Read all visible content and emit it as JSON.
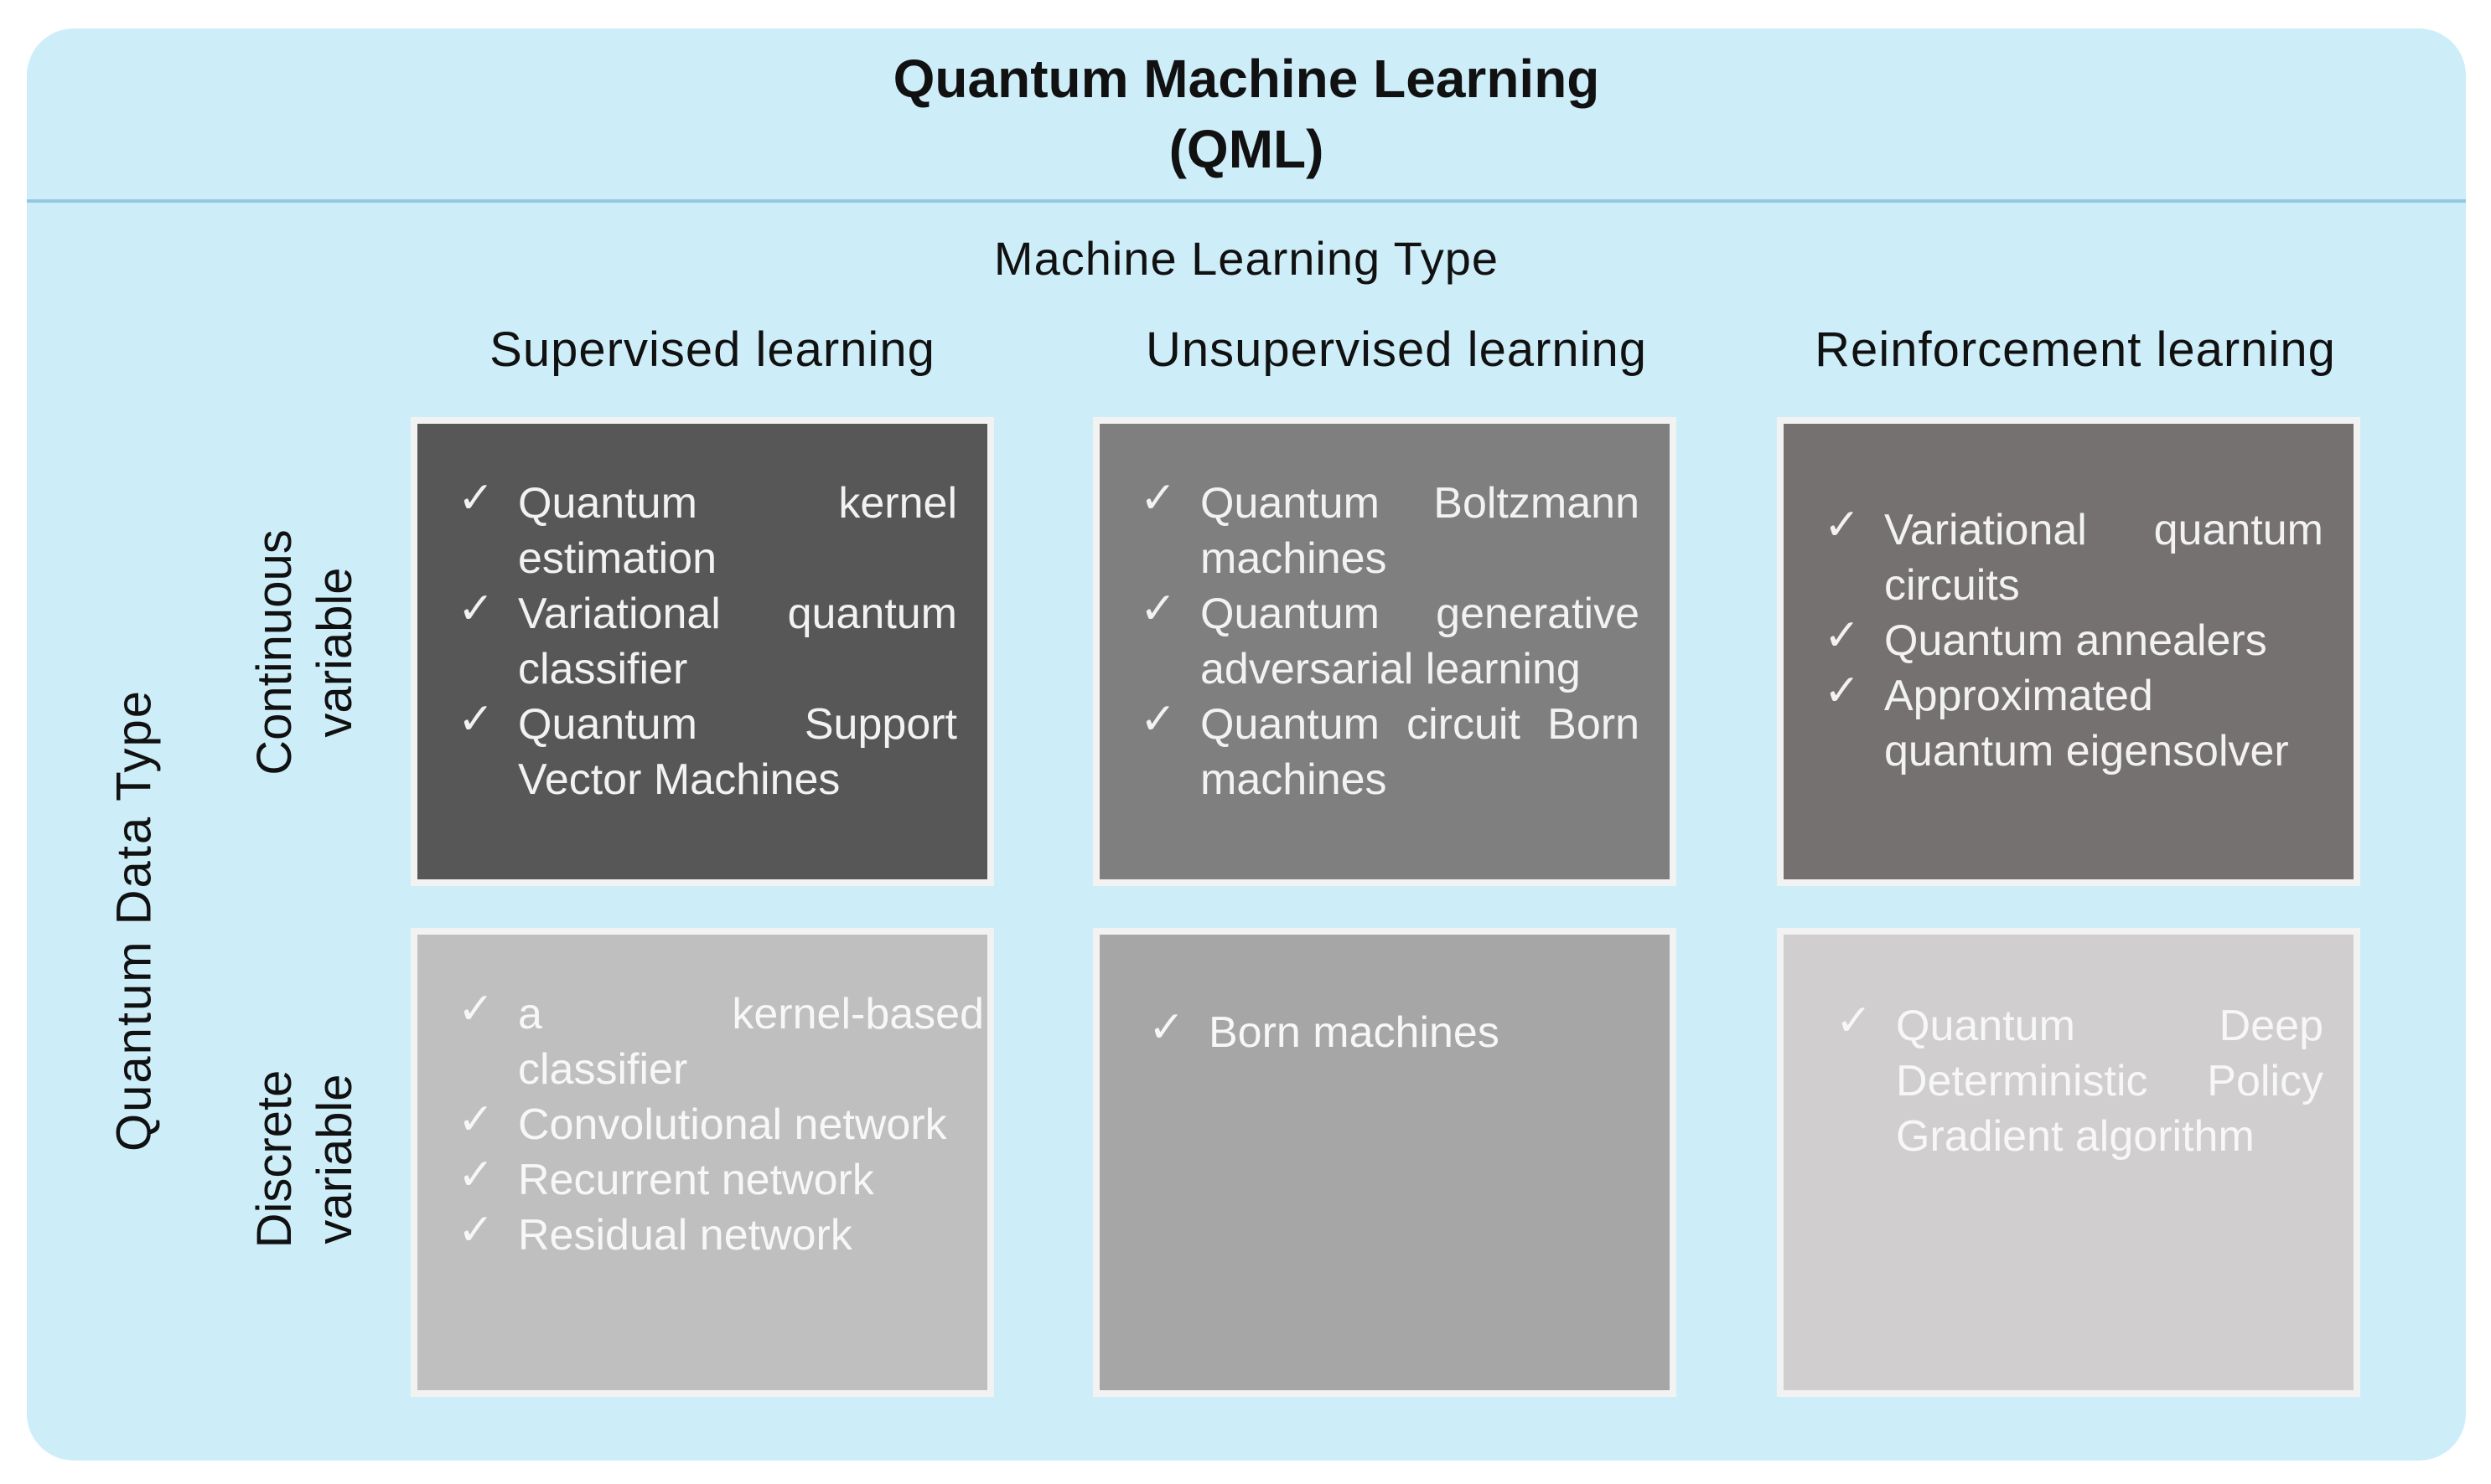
{
  "title": {
    "line1": "Quantum Machine Learning",
    "line2": "(QML)"
  },
  "column_axis_label": "Machine Learning Type",
  "row_axis_label": "Quantum Data Type",
  "columns": [
    "Supervised learning",
    "Unsupervised learning",
    "Reinforcement learning"
  ],
  "rows": [
    {
      "label_line1": "Continuous",
      "label_line2": "variable"
    },
    {
      "label_line1": "Discrete",
      "label_line2": "variable"
    }
  ],
  "check_icon": "check-icon",
  "colors": {
    "panel_bg": "#cdeef9",
    "cell_continuous_supervised": "#575757",
    "cell_continuous_unsupervised": "#7f7f7f",
    "cell_continuous_reinforcement": "#767171",
    "cell_discrete_supervised": "#bfbfbf",
    "cell_discrete_unsupervised": "#a6a6a6",
    "cell_discrete_reinforcement": "#d0cece"
  },
  "cells": {
    "continuous": {
      "supervised": [
        "Quantum kernel estimation",
        "Variational quantum classifier",
        "Quantum Support Vector Machines"
      ],
      "unsupervised": [
        "Quantum Boltzmann machines",
        "Quantum generative adversarial learning",
        "Quantum circuit Born machines"
      ],
      "reinforcement": [
        "Variational quantum circuits",
        "Quantum annealers",
        "Approximated quantum eigensolver"
      ]
    },
    "discrete": {
      "supervised": [
        "a kernel-based classifier",
        "Convolutional network",
        "Recurrent network",
        "Residual network"
      ],
      "unsupervised": [
        "Born machines"
      ],
      "reinforcement": [
        "Quantum Deep Deterministic Policy Gradient algorithm"
      ]
    }
  }
}
